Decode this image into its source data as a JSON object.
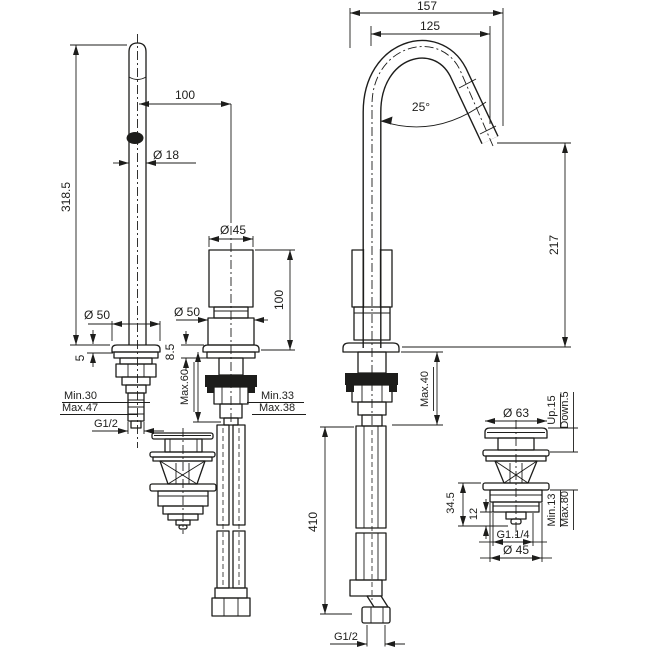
{
  "drawing": {
    "type": "faucet-dimension-drawing",
    "ink_color": "#1d1d1b",
    "background_color": "#ffffff",
    "views": {
      "spout_side": {
        "height": "318.5",
        "center_offset": "100",
        "spout_diameter": "Ø 18",
        "base_diameter": "Ø 50",
        "flange_height": "5",
        "deck_min": "Min.30",
        "deck_max": "Max.47",
        "thread": "G1/2"
      },
      "handle": {
        "top_diameter": "Ø 45",
        "body_height": "100",
        "base_diameter": "Ø 50",
        "flange_height": "8.5",
        "depth_max": "Max.60",
        "deck_min": "Min.33",
        "deck_max": "Max.38"
      },
      "faucet_front": {
        "overall_width": "157",
        "spout_reach": "125",
        "spout_angle": "25°",
        "outlet_height": "217",
        "deck_max": "Max.40",
        "hose_length": "410",
        "thread": "G1/2"
      },
      "drain": {
        "cap_diameter": "Ø 63",
        "travel_up": "Up.15",
        "travel_down": "Down.5",
        "body_height": "34.5",
        "tail_height": "12",
        "deck_min": "Min.13",
        "deck_max": "Max.80",
        "thread": "G1.1/4",
        "nut_diameter": "Ø 45"
      }
    }
  }
}
